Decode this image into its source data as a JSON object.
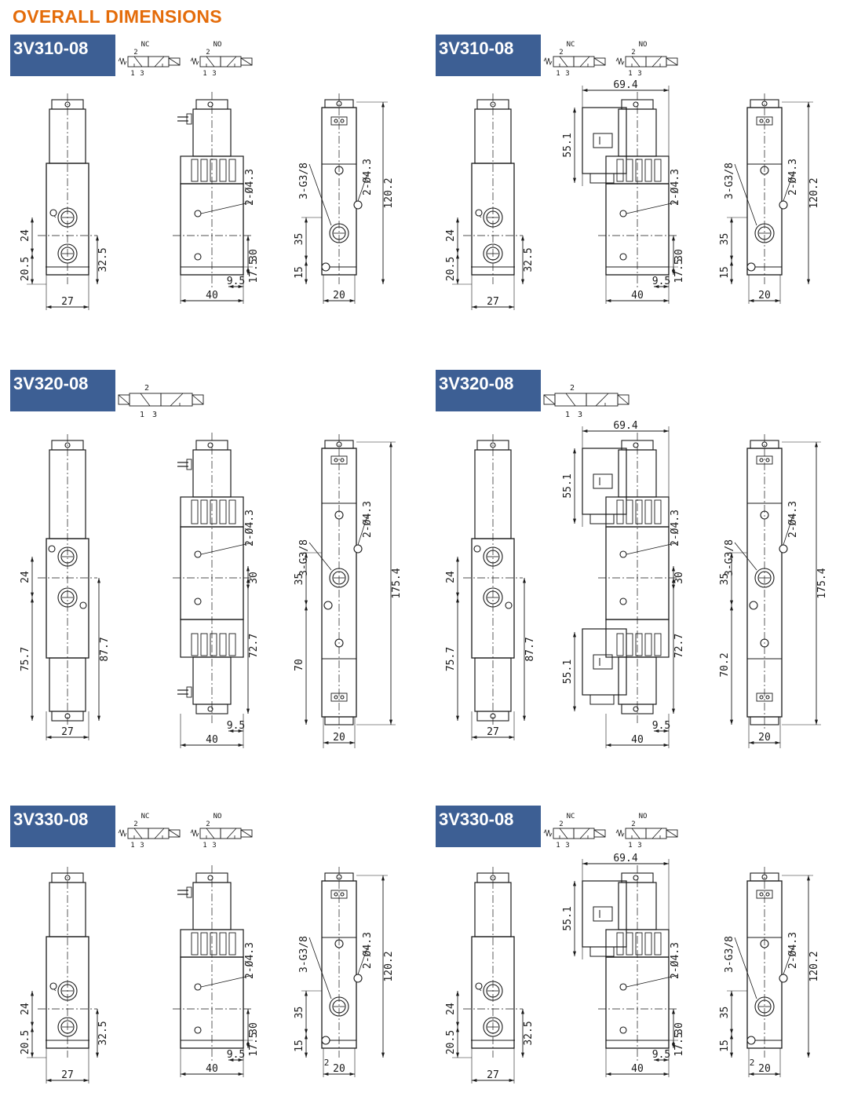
{
  "page_title": "OVERALL DIMENSIONS",
  "symbol_labels": {
    "nc": "NC",
    "no": "NO",
    "port2": "2",
    "port1": "1",
    "port3": "3"
  },
  "sections": [
    {
      "id": "r1l",
      "model": "3V310-08",
      "symbol": "nc_no",
      "views": {
        "front": {
          "dims": [
            "24",
            "20.5",
            "32.5",
            "27"
          ]
        },
        "side": {
          "type": "single_lead",
          "dims": [
            "2-Ø4.3",
            "30",
            "17.5",
            "9.5",
            "40"
          ]
        },
        "port": {
          "dims": [
            "3-G3/8",
            "2-Ø4.3",
            "120.2",
            "35",
            "15",
            "20"
          ]
        }
      }
    },
    {
      "id": "r1r",
      "model": "3V310-08",
      "symbol": "nc_no",
      "views": {
        "front": {
          "dims": [
            "24",
            "20.5",
            "32.5",
            "27"
          ]
        },
        "side": {
          "type": "single_din",
          "dims": [
            "69.4",
            "55.1",
            "2-Ø4.3",
            "30",
            "17.5",
            "9.5",
            "40"
          ]
        },
        "port": {
          "dims": [
            "3-G3/8",
            "2-Ø4.3",
            "120.2",
            "35",
            "15",
            "20"
          ]
        }
      }
    },
    {
      "id": "r2l",
      "model": "3V320-08",
      "symbol": "double",
      "views": {
        "front": {
          "dims": [
            "24",
            "75.7",
            "87.7",
            "27"
          ]
        },
        "side": {
          "type": "double_lead",
          "dims": [
            "2-Ø4.3",
            "30",
            "72.7",
            "9.5",
            "40"
          ]
        },
        "port": {
          "dims": [
            "3-G3/8",
            "2-Ø4.3",
            "175.4",
            "35",
            "70",
            "20"
          ]
        }
      }
    },
    {
      "id": "r2r",
      "model": "3V320-08",
      "symbol": "double",
      "views": {
        "front": {
          "dims": [
            "24",
            "75.7",
            "87.7",
            "27"
          ]
        },
        "side": {
          "type": "double_din",
          "dims": [
            "69.4",
            "55.1",
            "2-Ø4.3",
            "30",
            "72.7",
            "55.1",
            "9.5",
            "40"
          ]
        },
        "port": {
          "dims": [
            "3-G3/8",
            "2-Ø4.3",
            "175.4",
            "35",
            "70.2",
            "20"
          ]
        }
      }
    },
    {
      "id": "r3l",
      "model": "3V330-08",
      "symbol": "nc_no",
      "views": {
        "front": {
          "dims": [
            "24",
            "20.5",
            "32.5",
            "27"
          ]
        },
        "side": {
          "type": "single_lead",
          "dims": [
            "2-Ø4.3",
            "30",
            "17.5",
            "9.5",
            "40"
          ]
        },
        "port": {
          "dims": [
            "3-G3/8",
            "2-Ø4.3",
            "120.2",
            "35",
            "15",
            "2",
            "20"
          ]
        }
      }
    },
    {
      "id": "r3r",
      "model": "3V330-08",
      "symbol": "nc_no",
      "views": {
        "front": {
          "dims": [
            "24",
            "20.5",
            "32.5",
            "27"
          ]
        },
        "side": {
          "type": "single_din",
          "dims": [
            "69.4",
            "55.1",
            "2-Ø4.3",
            "30",
            "17.5",
            "9.5",
            "40"
          ]
        },
        "port": {
          "dims": [
            "3-G3/8",
            "2-Ø4.3",
            "120.2",
            "35",
            "15",
            "2",
            "20"
          ]
        }
      }
    }
  ],
  "colors": {
    "title": "#e46c0a",
    "header_bg": "#3d5f94",
    "line": "#1a1a1a"
  }
}
